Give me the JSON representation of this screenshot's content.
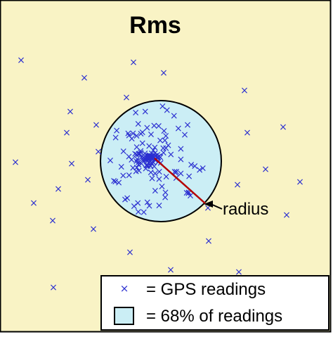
{
  "title": "Rms",
  "radius_label": "radius",
  "legend": {
    "marker_label": "= GPS readings",
    "circle_label": "= 68% of readings"
  },
  "colors": {
    "background": "#f9f3c5",
    "circle_fill": "#cbeef5",
    "marker": "#2b2fd0",
    "radius_line": "#b50000",
    "border": "#000000",
    "legend_bg": "#ffffff"
  },
  "icons": {
    "marker": "x-mark",
    "circle": "light-blue-circle"
  }
}
